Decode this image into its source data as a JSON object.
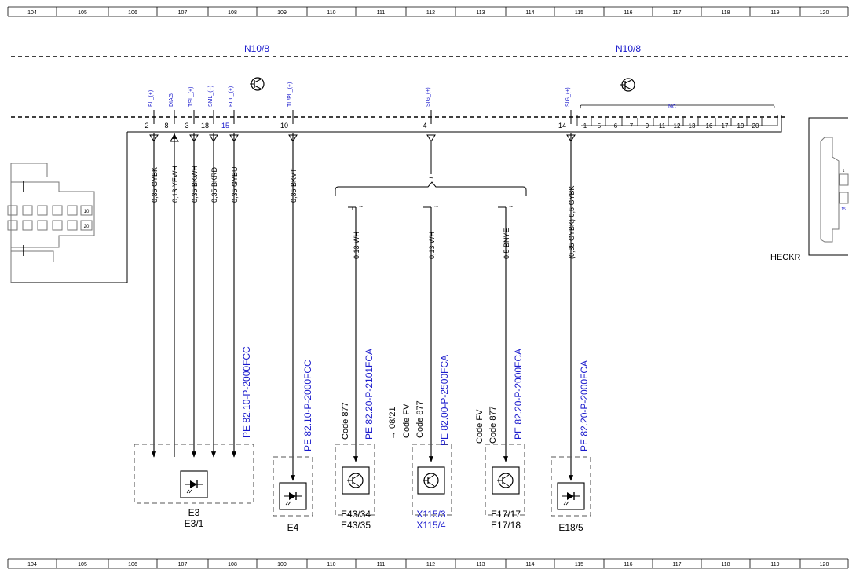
{
  "colors": {
    "ink": "#000000",
    "link": "#1a1acc",
    "box": "#555555"
  },
  "ruler": {
    "labels": [
      "104",
      "105",
      "106",
      "107",
      "108",
      "109",
      "110",
      "111",
      "112",
      "113",
      "114",
      "115",
      "116",
      "117",
      "118",
      "119",
      "120"
    ]
  },
  "modules": [
    {
      "id": "n10-8-left",
      "label": "N10/8"
    },
    {
      "id": "n10-8-right",
      "label": "N10/8"
    }
  ],
  "pin_signals": [
    "BL_(+)",
    "DIAG",
    "TSL_(+)",
    "SML_(+)",
    "BUL_(+)",
    "TL/PL_(+)",
    "SIG_(+)",
    "SIG_(+)"
  ],
  "nc_label": "NC",
  "pin_numbers": [
    "2",
    "8",
    "3",
    "18",
    "15",
    "10",
    "4",
    "14"
  ],
  "nc_pins": [
    "1",
    "5",
    "6",
    "7",
    "9",
    "11",
    "12",
    "13",
    "16",
    "17",
    "19",
    "20"
  ],
  "connector_left": {
    "pins_top": "10",
    "pins_bottom": "20"
  },
  "connector_right": {
    "label": "HECKR",
    "pin_a": "1",
    "pin_b": "15"
  },
  "wires": [
    {
      "id": "w-bl",
      "label": "0,35 GYBK",
      "dir": "out"
    },
    {
      "id": "w-diag",
      "label": "0,13 YEWH",
      "dir": "in"
    },
    {
      "id": "w-tsl",
      "label": "0,35 BKWH",
      "dir": "out"
    },
    {
      "id": "w-sml",
      "label": "0,35 BKRD",
      "dir": "out"
    },
    {
      "id": "w-bul",
      "label": "0,35 GYBU",
      "dir": "out"
    },
    {
      "id": "w-tlpl",
      "label": "0,35 BKVT",
      "dir": "out"
    },
    {
      "id": "w-e43",
      "label": "0,13 WH"
    },
    {
      "id": "w-x115",
      "label": "0,13 WH"
    },
    {
      "id": "w-e17",
      "label": "0,5 BNYE"
    },
    {
      "id": "w-e18",
      "label": "(0,35 GYBK) 0,5 GYBK",
      "dir": "out"
    }
  ],
  "references": {
    "e3": "PE 82.10-P-2000FCC",
    "e4": "PE 82.10-P-2000FCC",
    "e43": "PE 82.20-P-2101FCA",
    "x115": "PE 82.00-P-2500FCA",
    "e17": "PE 82.20-P-2000FCA",
    "e18": "PE 82.20-P-2000FCA"
  },
  "notes": {
    "e43_code": "Code 877",
    "x115_date": "→ 08/21",
    "x115_codefv": "Code FV",
    "x115_code877": "Code 877",
    "e17_codefv": "Code FV",
    "e17_code877": "Code 877"
  },
  "components": [
    {
      "id": "e3",
      "lines": [
        "E3",
        "E3/1"
      ],
      "symbol": "diode-icon"
    },
    {
      "id": "e4",
      "lines": [
        "E4"
      ],
      "symbol": "diode-icon"
    },
    {
      "id": "e43",
      "lines": [
        "E43/34",
        "E43/35"
      ],
      "symbol": "transistor-icon"
    },
    {
      "id": "x115",
      "lines": [
        "X115/3",
        "X115/4"
      ],
      "symbol": "transistor-icon",
      "linked": true
    },
    {
      "id": "e17",
      "lines": [
        "E17/17",
        "E17/18"
      ],
      "symbol": "transistor-icon"
    },
    {
      "id": "e18",
      "lines": [
        "E18/5"
      ],
      "symbol": "diode-icon"
    }
  ],
  "tilde": "~"
}
